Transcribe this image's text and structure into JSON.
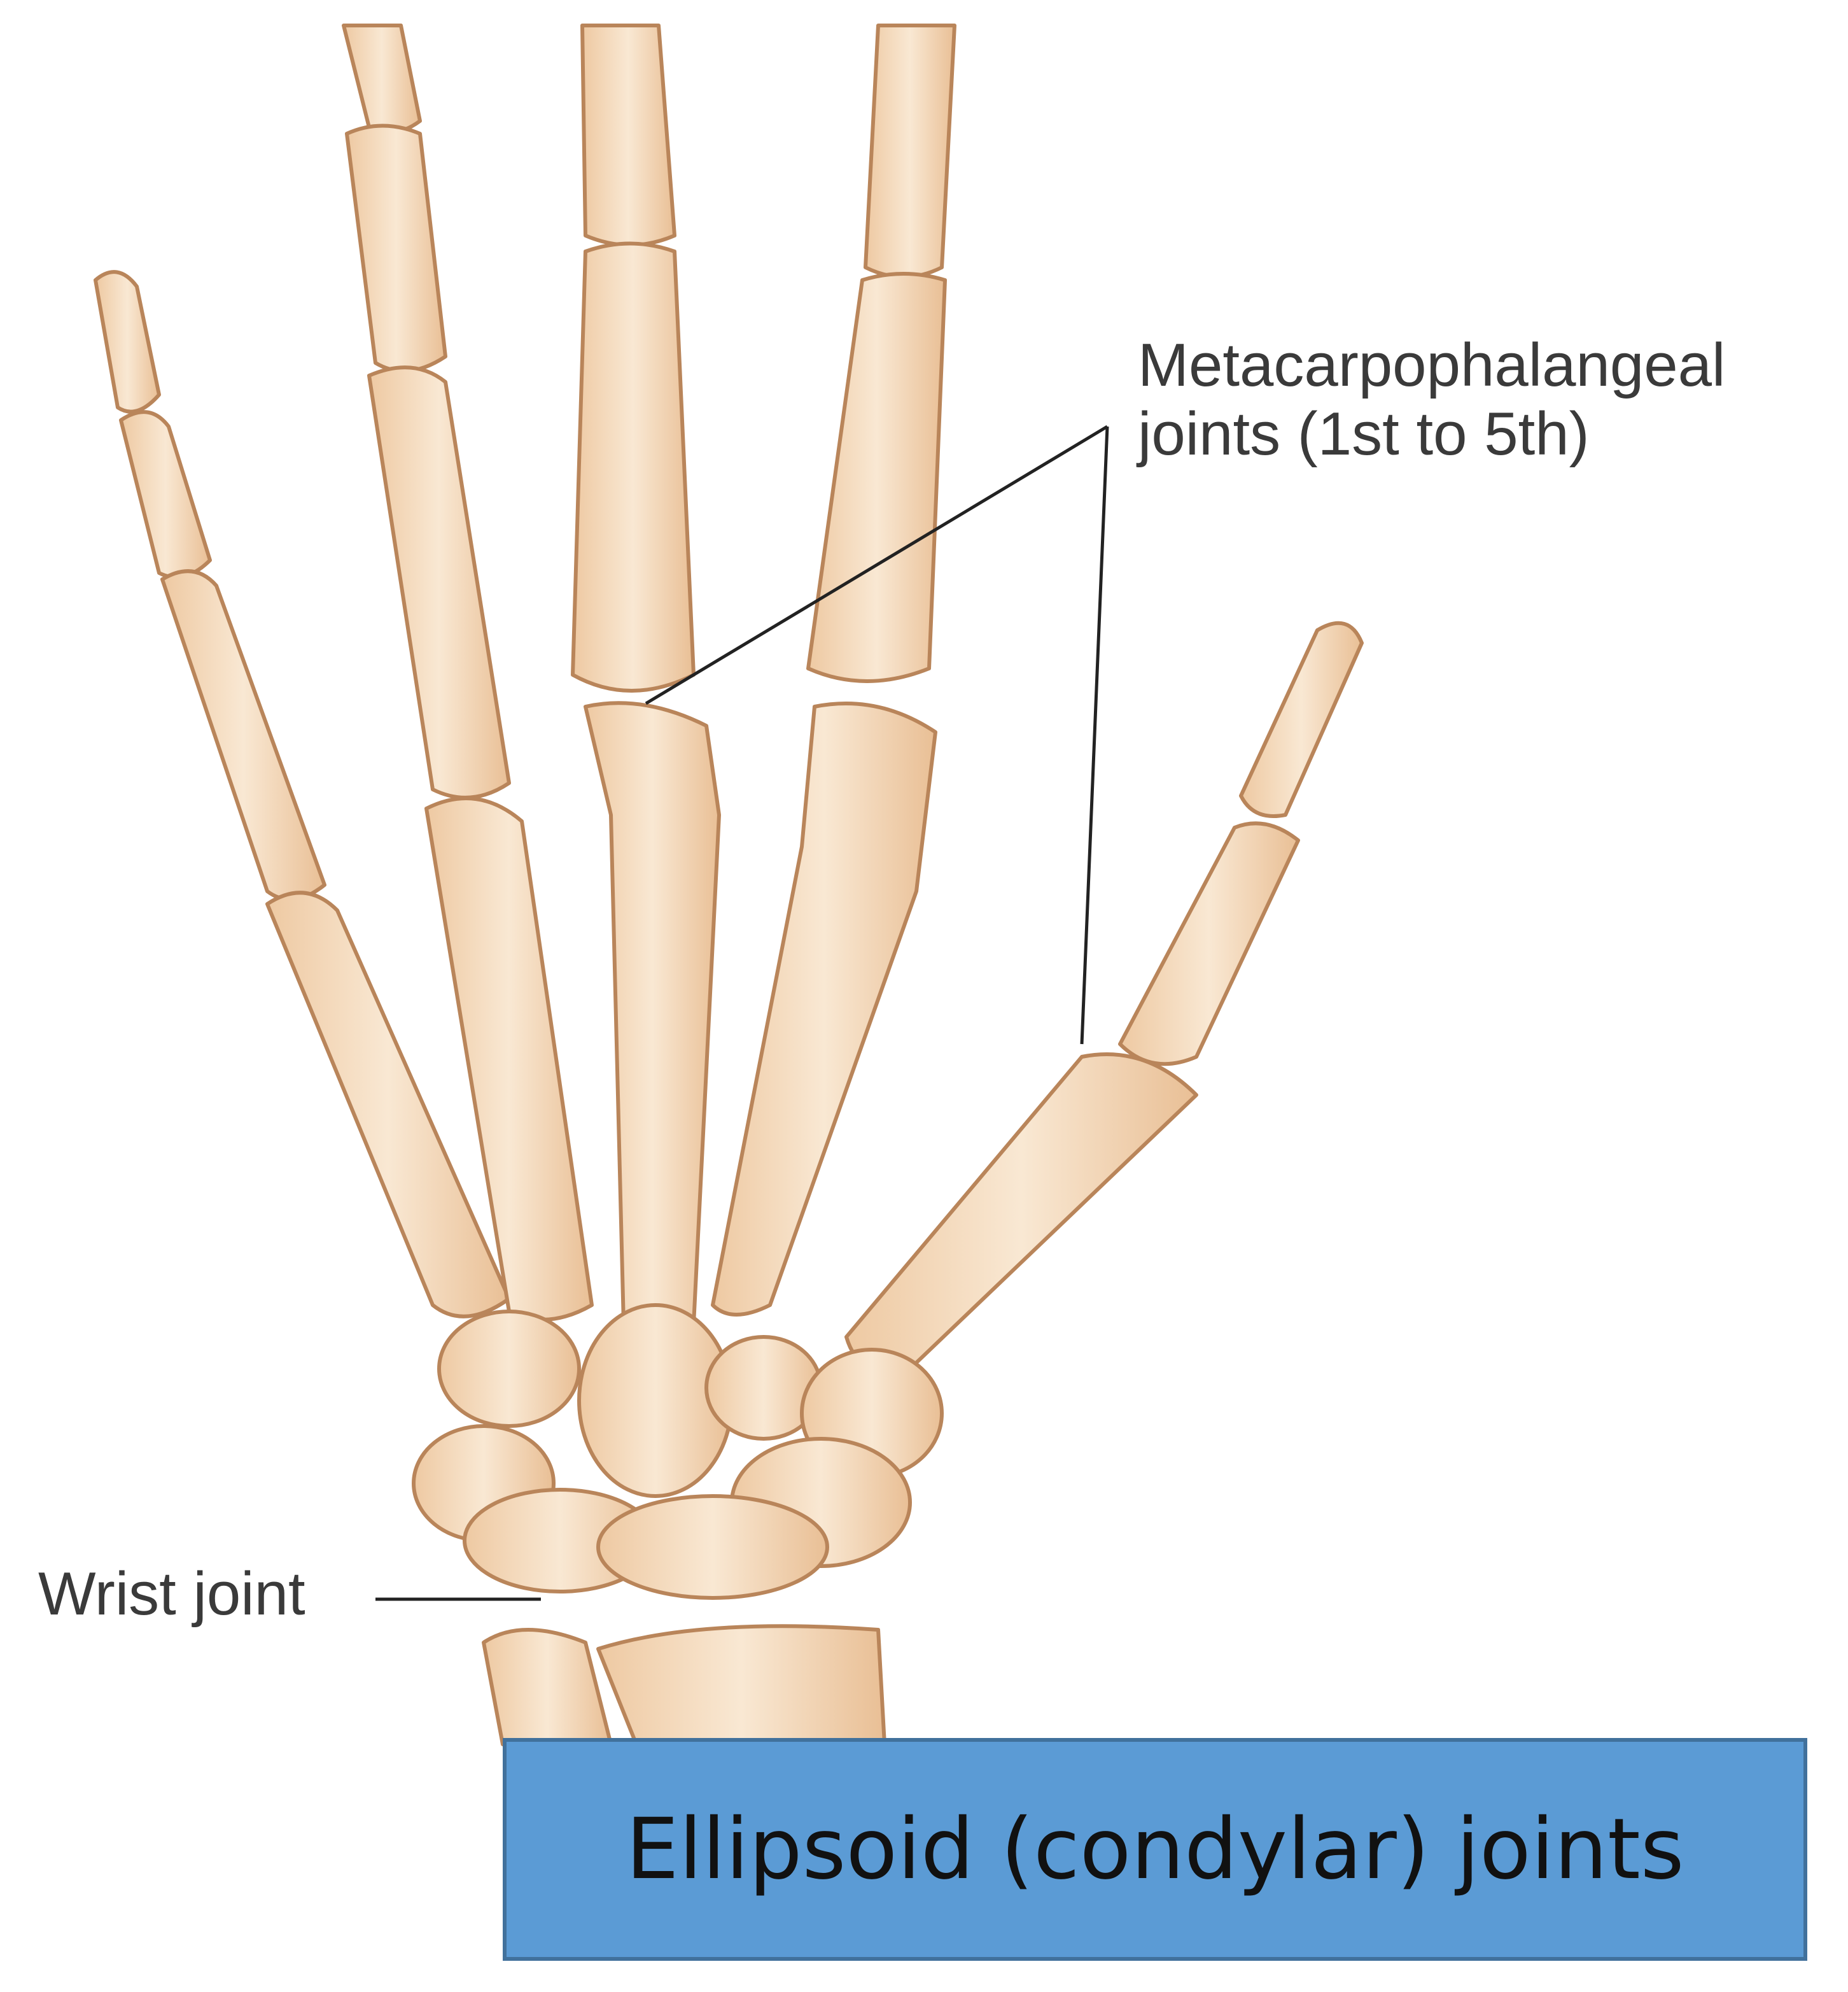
{
  "labels": {
    "mcp_line1": "Metacarpophalangeal",
    "mcp_line2": "joints (1st to 5th)",
    "wrist": "Wrist joint"
  },
  "caption": "Ellipsoid (condylar) joints",
  "colors": {
    "bone_fill": "#f4ddc0",
    "bone_outline": "#b9855a",
    "bone_shade": "#e2b48a",
    "leader_line": "#222222",
    "caption_fill": "#5b9bd5",
    "caption_border": "#41719c"
  }
}
